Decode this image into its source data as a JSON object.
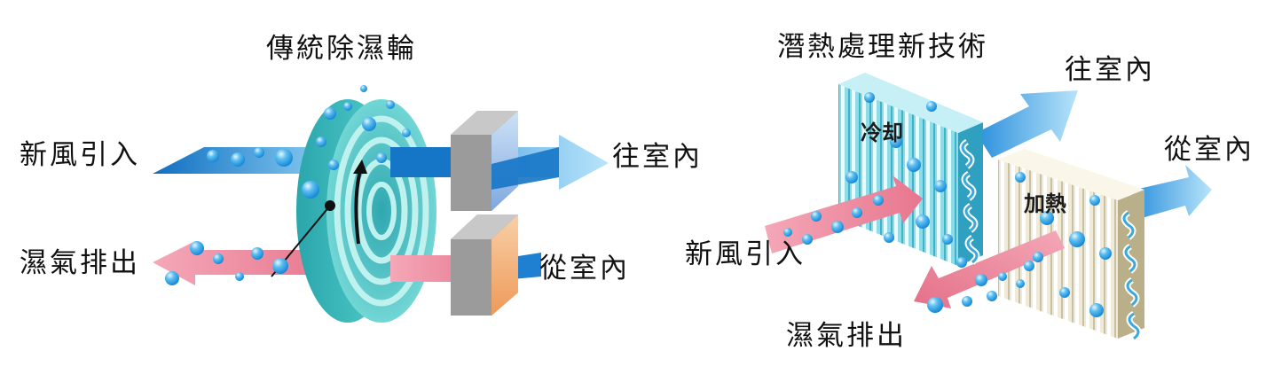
{
  "left": {
    "title": "傳統除濕輪",
    "fresh_in": "新風引入",
    "exhaust": "濕氣排出",
    "to_room": "往室內",
    "from_room": "從室內"
  },
  "right": {
    "title": "潛熱處理新技術",
    "to_room": "往室內",
    "from_room": "從室內",
    "fresh_in": "新風引入",
    "exhaust": "濕氣排出",
    "cooling": "冷却",
    "heating": "加熱"
  },
  "colors": {
    "blue_arrow": "#1e88d6",
    "pink_arrow": "#ee8a9e",
    "wheel": "#3cc4c4",
    "cool_block": "#6fd0dc",
    "heat_block": "#e9e4c8",
    "orange_face": "#f0a060",
    "bubble": "#2aa0e8"
  }
}
